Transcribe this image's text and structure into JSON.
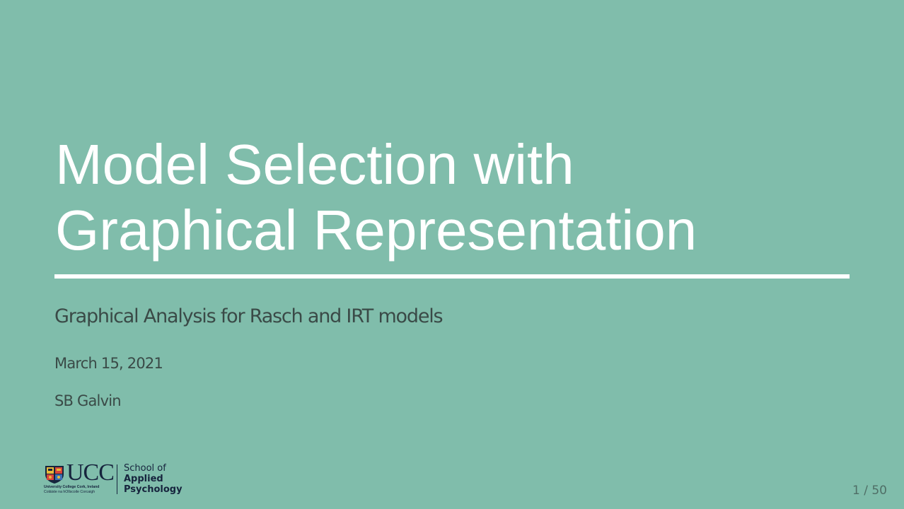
{
  "slide": {
    "title_line1": "Model Selection with",
    "title_line2": "Graphical Representation",
    "subtitle": "Graphical Analysis for Rasch and IRT models",
    "date": "March 15, 2021",
    "author": "SB Galvin",
    "background_color": "#80bdab"
  },
  "logo": {
    "wordmark": "UCC",
    "line1": "University College Cork, Ireland",
    "line2": "Coláiste na hOllscoile Corcaigh",
    "school_line1": "School of",
    "school_line2": "Applied",
    "school_line3": "Psychology"
  },
  "footer": {
    "page_number": "1 / 50"
  }
}
